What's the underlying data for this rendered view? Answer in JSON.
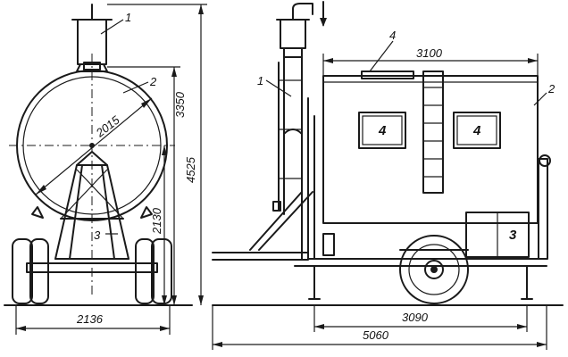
{
  "front_view": {
    "tank_diameter": "2015",
    "overall_width": "2136",
    "tank_axis_height": "2130",
    "tank_top_height": "3350",
    "overall_height": "4525",
    "callouts": [
      "1",
      "2",
      "3"
    ]
  },
  "side_view": {
    "body_length": "3100",
    "wheelbase": "3090",
    "overall_length": "5060",
    "callouts": [
      "1",
      "4",
      "2",
      "3"
    ],
    "window_labels": [
      "4",
      "4"
    ]
  }
}
